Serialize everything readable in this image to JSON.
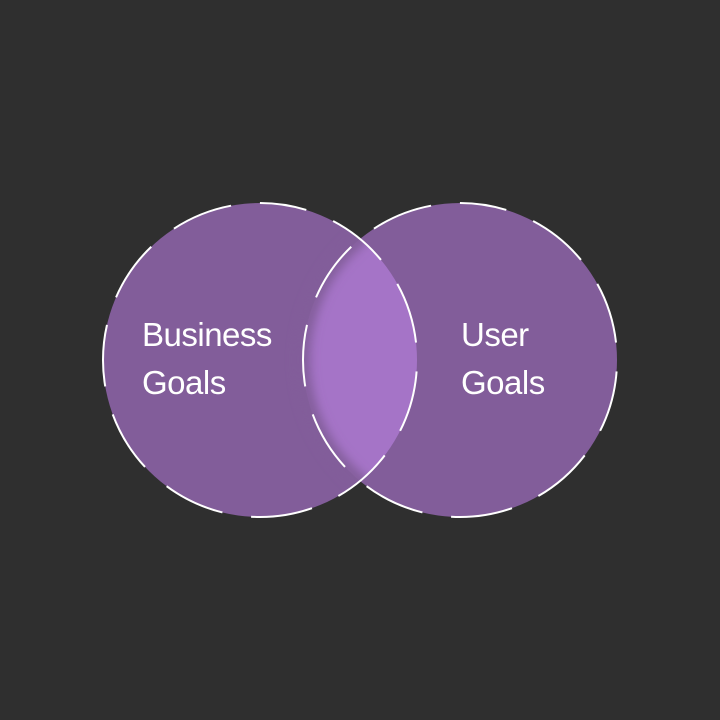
{
  "diagram": {
    "type": "venn",
    "sets": [
      {
        "id": "business",
        "label_lines": [
          "Business",
          "Goals"
        ]
      },
      {
        "id": "user",
        "label_lines": [
          "User",
          "Goals"
        ]
      }
    ]
  },
  "colors": {
    "background": "#2f2f2f",
    "circle_fill": "#825d9a",
    "overlap_fill": "#a574c7",
    "outline": "#ffffff"
  }
}
